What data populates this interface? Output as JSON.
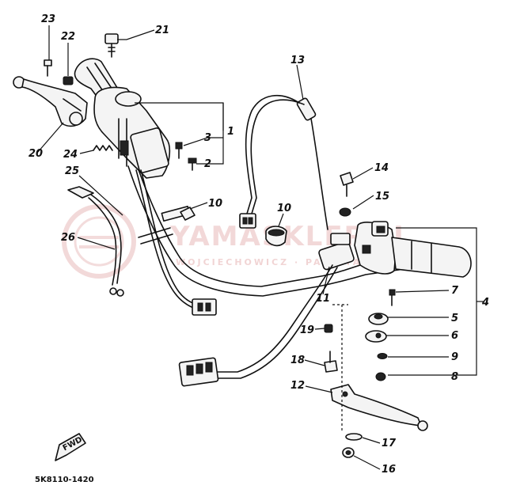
{
  "callouts": {
    "c1": "1",
    "c2": "2",
    "c3": "3",
    "c4": "4",
    "c5": "5",
    "c6": "6",
    "c7": "7",
    "c8": "8",
    "c9": "9",
    "c10a": "10",
    "c10b": "10",
    "c11": "11",
    "c12": "12",
    "c13": "13",
    "c14": "14",
    "c15": "15",
    "c16": "16",
    "c17": "17",
    "c18": "18",
    "c19": "19",
    "c20": "20",
    "c21": "21",
    "c22": "22",
    "c23": "23",
    "c24": "24",
    "c25": "25",
    "c26": "26"
  },
  "diagram_code": "5K8110-1420",
  "front_arrow_label": "FWD",
  "watermark": {
    "brand": "YAMASKLEP.PL",
    "subtitle": "WOJCIECHOWICZ · PART YAMAHA"
  },
  "colors": {
    "ink": "#111111",
    "watermark": "#e8b9b9"
  }
}
